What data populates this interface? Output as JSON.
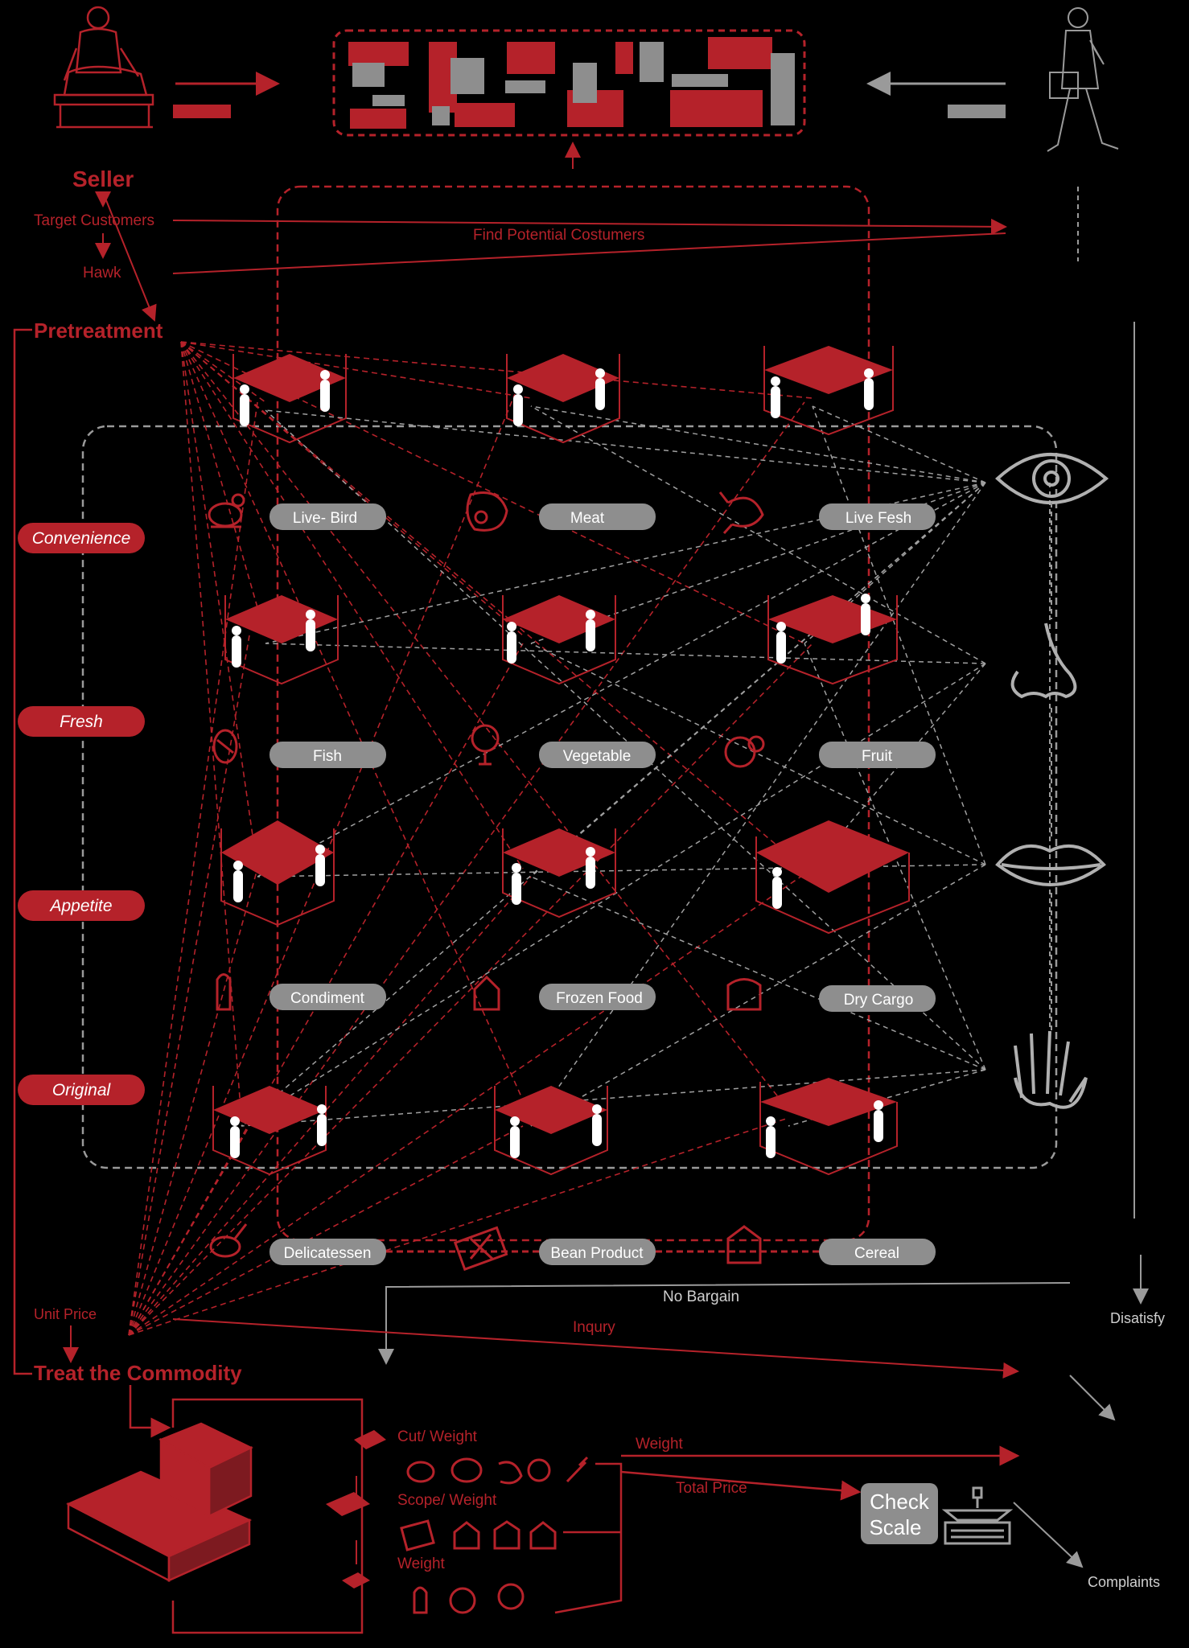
{
  "colors": {
    "accent": "#b5222a",
    "pill_gray": "#8e8e8e",
    "line_gray": "#9a9a9a",
    "background": "#000000"
  },
  "seller": {
    "label": "Seller",
    "target_customers": "Target Customers",
    "hawk": "Hawk"
  },
  "flow": {
    "find_potential": "Find Potential Costumers",
    "pretreatment": "Pretreatment",
    "no_bargain": "No Bargain",
    "inqury": "Inqury",
    "unit_price": "Unit Price",
    "disatisfy": "Disatisfy",
    "treat": "Treat the Commodity",
    "complaints": "Complaints"
  },
  "attributes": [
    "Convenience",
    "Fresh",
    "Appetite",
    "Original"
  ],
  "categories": [
    "Live- Bird",
    "Meat",
    "Live Fesh",
    "Fish",
    "Vegetable",
    "Fruit",
    "Condiment",
    "Frozen Food",
    "Dry Cargo",
    "Delicatessen",
    "Bean Product",
    "Cereal"
  ],
  "senses": [
    "eye-icon",
    "nose-icon",
    "lips-icon",
    "hand-icon"
  ],
  "process": {
    "cut_weight": "Cut/ Weight",
    "scope_weight": "Scope/ Weight",
    "weight_label": "Weight",
    "weight_arrow": "Weight",
    "total_price": "Total Price",
    "check_line1": "Check",
    "check_line2": "Scale"
  }
}
